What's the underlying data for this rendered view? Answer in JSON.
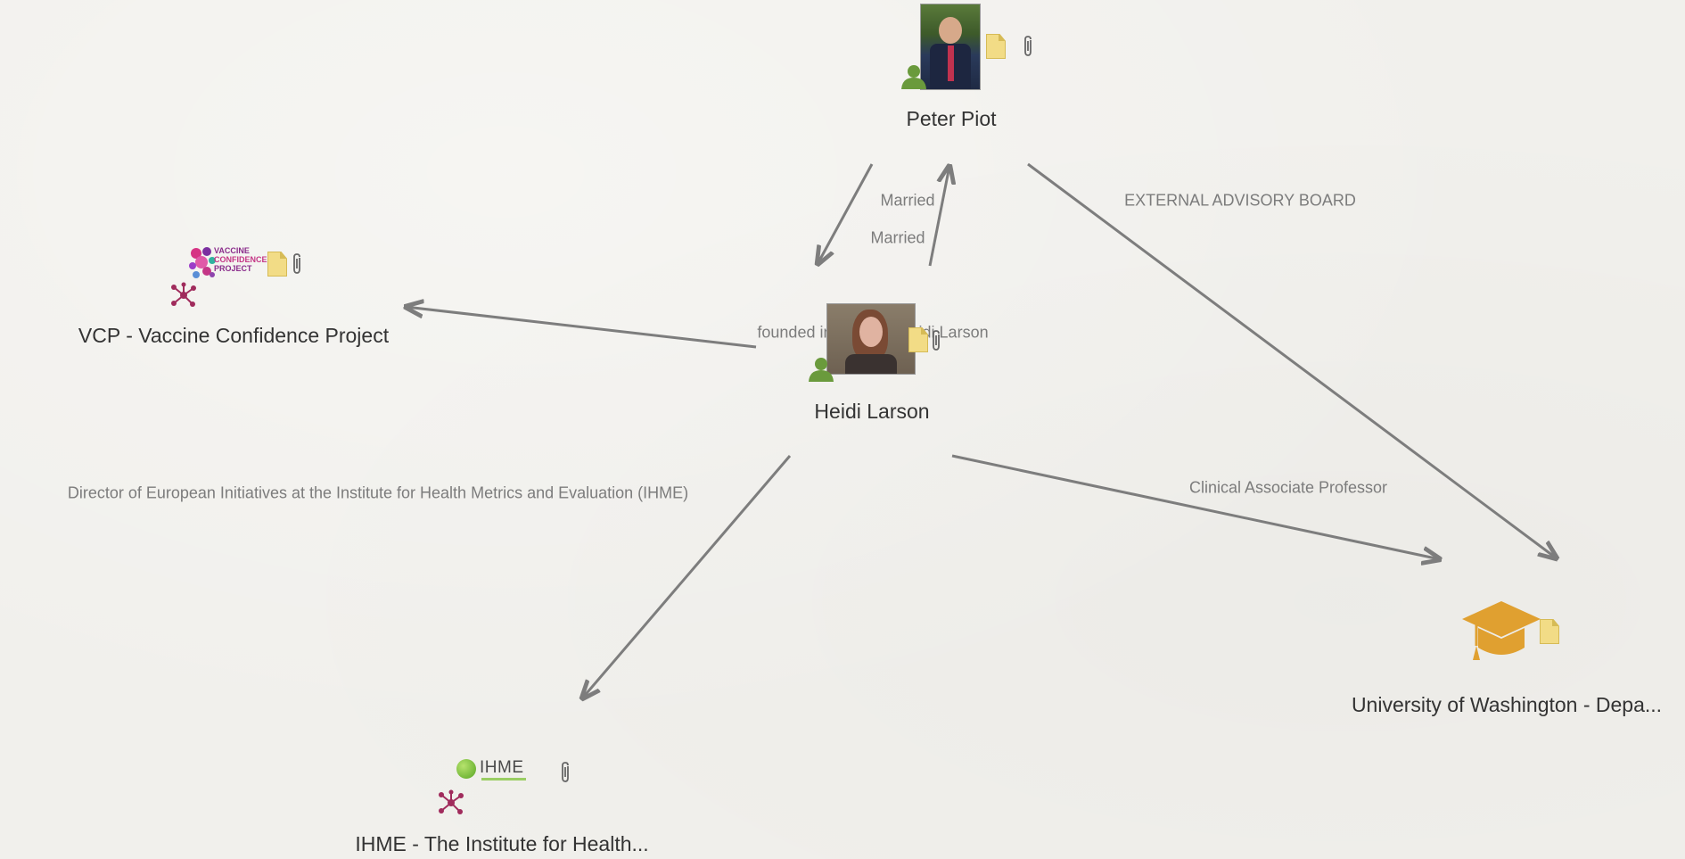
{
  "nodes": {
    "peter": {
      "label": "Peter Piot"
    },
    "heidi": {
      "label": "Heidi Larson"
    },
    "vcp": {
      "label": "VCP - Vaccine Confidence Project",
      "logo_text": [
        "VACCINE",
        "CONFIDENCE",
        "PROJECT"
      ]
    },
    "ihme": {
      "label": "IHME - The Institute for Health...",
      "logo_text": "IHME"
    },
    "uw": {
      "label": "University of Washington - Depa..."
    }
  },
  "edges": {
    "married_1": "Married",
    "married_2": "Married",
    "external_advisory": "EXTERNAL ADVISORY BOARD",
    "founded": "founded in 2010 by Heidi Larson",
    "director": "Director of European Initiatives at the Institute for Health Metrics and Evaluation (IHME)",
    "clinical": "Clinical Associate Professor"
  },
  "colors": {
    "background": "#f1f0ec",
    "edge": "#7d7d7d",
    "edge_label": "#7c7c7c",
    "node_label": "#333333",
    "note": "#f2dc86",
    "person": "#6a9a3c",
    "cap": "#e0a030",
    "network": "#a02b5c"
  },
  "icons": [
    "person-icon",
    "note-icon",
    "paperclip-icon",
    "network-icon",
    "graduation-cap-icon"
  ]
}
